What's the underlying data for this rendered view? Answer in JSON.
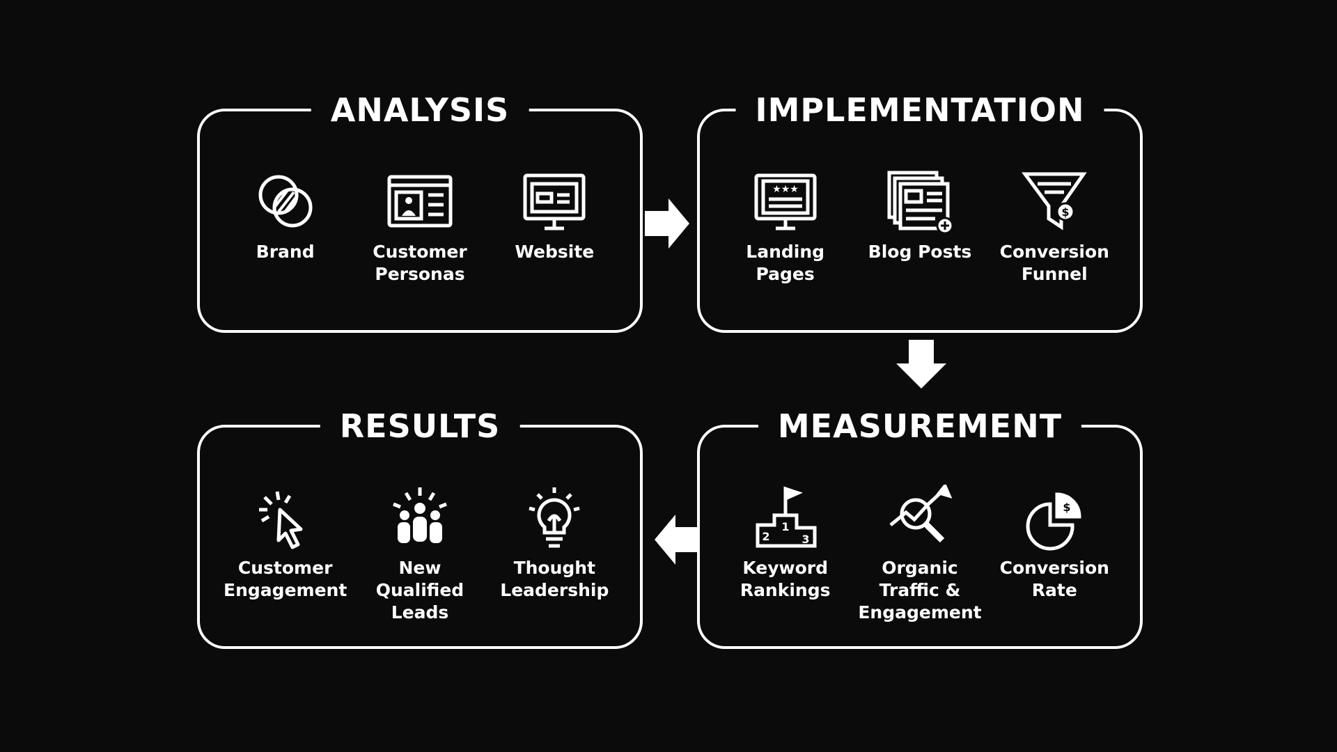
{
  "analysis": {
    "title": "ANALYSIS",
    "items": [
      {
        "label": "Brand",
        "icon": "venn-circles-icon"
      },
      {
        "label": "Customer\nPersonas",
        "icon": "persona-profile-icon"
      },
      {
        "label": "Website",
        "icon": "website-monitor-icon"
      }
    ]
  },
  "implementation": {
    "title": "IMPLEMENTATION",
    "items": [
      {
        "label": "Landing\nPages",
        "icon": "landing-page-monitor-icon"
      },
      {
        "label": "Blog Posts",
        "icon": "blog-posts-icon"
      },
      {
        "label": "Conversion\nFunnel",
        "icon": "funnel-dollar-icon"
      }
    ]
  },
  "results": {
    "title": "RESULTS",
    "items": [
      {
        "label": "Customer\nEngagement",
        "icon": "click-cursor-icon"
      },
      {
        "label": "New\nQualified\nLeads",
        "icon": "people-group-icon"
      },
      {
        "label": "Thought\nLeadership",
        "icon": "lightbulb-icon"
      }
    ]
  },
  "measurement": {
    "title": "MEASUREMENT",
    "items": [
      {
        "label": "Keyword\nRankings",
        "icon": "podium-flag-icon"
      },
      {
        "label": "Organic\nTraffic &\nEngagement",
        "icon": "magnifier-trend-icon"
      },
      {
        "label": "Conversion\nRate",
        "icon": "pie-dollar-icon"
      }
    ]
  },
  "colors": {
    "background": "#0b0b0b",
    "foreground": "#ffffff"
  }
}
